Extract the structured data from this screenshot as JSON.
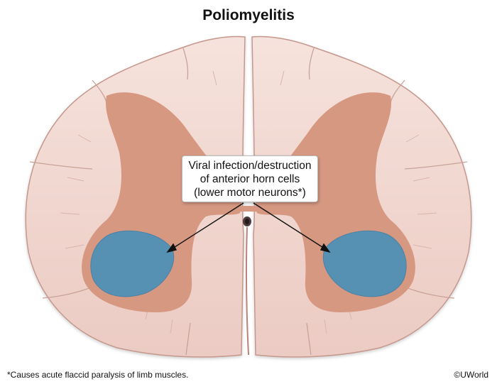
{
  "title": "Poliomyelitis",
  "callout": {
    "lines": [
      "Viral infection/destruction",
      "of anterior horn cells",
      "(lower motor neurons*)"
    ]
  },
  "footnote": "*Causes acute flaccid paralysis of limb muscles.",
  "copyright": "©UWorld",
  "colors": {
    "white_matter": "#f2d8d2",
    "gray_matter": "#d79882",
    "lesion": "#5690b3",
    "outline": "#c4978d"
  }
}
